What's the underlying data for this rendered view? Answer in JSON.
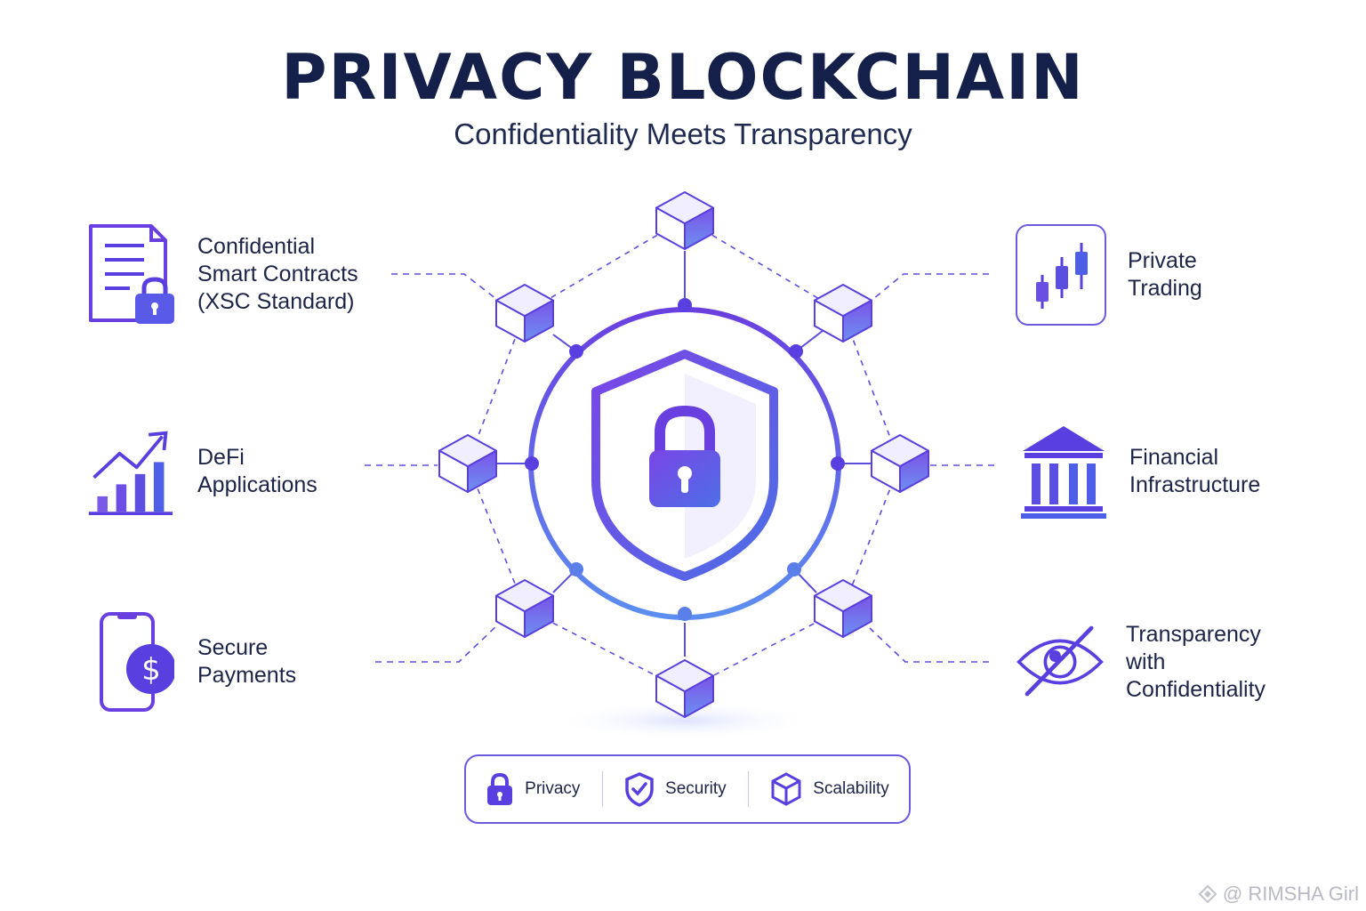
{
  "header": {
    "title": "PRIVACY BLOCKCHAIN",
    "subtitle": "Confidentiality Meets Transparency"
  },
  "features_left": [
    {
      "lines": [
        "Confidential",
        "Smart Contracts",
        "(XSC Standard)"
      ],
      "icon": "document-lock-icon"
    },
    {
      "lines": [
        "DeFi",
        "Applications"
      ],
      "icon": "growth-chart-icon"
    },
    {
      "lines": [
        "Secure",
        "Payments"
      ],
      "icon": "phone-payment-icon"
    }
  ],
  "features_right": [
    {
      "lines": [
        "Private",
        "Trading"
      ],
      "icon": "candlestick-icon"
    },
    {
      "lines": [
        "Financial",
        "Infrastructure"
      ],
      "icon": "bank-icon"
    },
    {
      "lines": [
        "Transparency",
        "with",
        "Confidentiality"
      ],
      "icon": "eye-slash-icon"
    }
  ],
  "center": {
    "icon": "shield-lock-icon",
    "node_icon": "cube-icon"
  },
  "pillars": [
    {
      "label": "Privacy",
      "icon": "lock-icon"
    },
    {
      "label": "Security",
      "icon": "shield-check-icon"
    },
    {
      "label": "Scalability",
      "icon": "cube-icon"
    }
  ],
  "watermark": "@ RIMSHA Girl",
  "colors": {
    "title": "#14204a",
    "accent_purple": "#6a3fe0",
    "accent_blue": "#5b8ef0",
    "indigo": "#4b3fd0"
  }
}
